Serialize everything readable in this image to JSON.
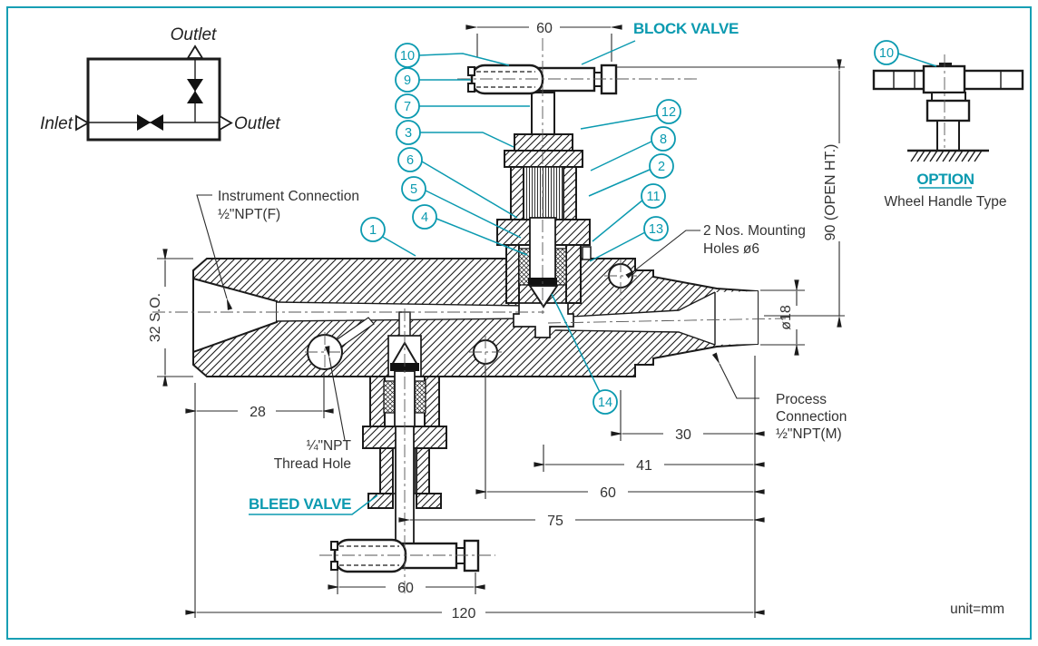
{
  "schematic": {
    "outlet_top": "Outlet",
    "inlet": "Inlet",
    "outlet_right": "Outlet"
  },
  "valve_labels": {
    "block": "BLOCK VALVE",
    "bleed": "BLEED VALVE"
  },
  "option": {
    "title": "OPTION",
    "subtitle": "Wheel Handle Type"
  },
  "annotations": {
    "instrument_connection": [
      "Instrument Connection",
      "½\"NPT(F)"
    ],
    "mounting_holes": [
      "2 Nos. Mounting",
      "Holes ø6"
    ],
    "thread_hole": [
      "¼\"NPT",
      "Thread Hole"
    ],
    "process_connection": [
      "Process",
      "Connection",
      "½\"NPT(M)"
    ],
    "unit": "unit=mm"
  },
  "dimensions": {
    "handle_width_top": "60",
    "open_height": "90 (OPEN HT.)",
    "body_height": "32 S.O.",
    "port_diameter": "ø18",
    "d28": "28",
    "d30": "30",
    "d41": "41",
    "d60_right": "60",
    "d75": "75",
    "d60_bottom": "60",
    "d120": "120"
  },
  "callouts": {
    "left": [
      "10",
      "9",
      "7",
      "3",
      "6",
      "5",
      "4"
    ],
    "body": "1",
    "right": [
      "12",
      "8",
      "2",
      "11",
      "13"
    ],
    "seat": "14",
    "option_handle": "10"
  },
  "colors": {
    "accent_teal": "#0b9ab0",
    "line": "#1b1b1b",
    "border": "#189fb4"
  }
}
